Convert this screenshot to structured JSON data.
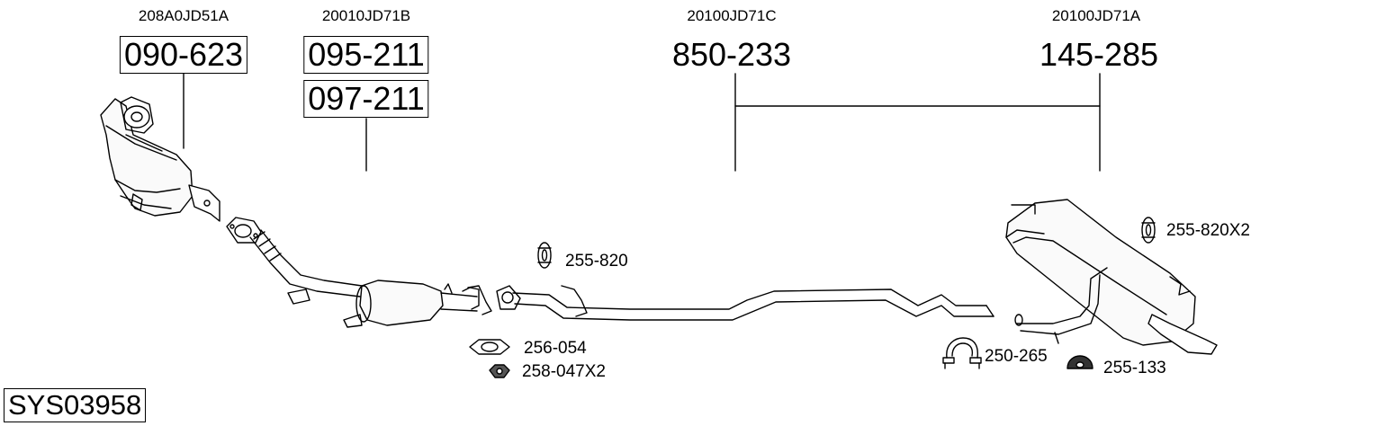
{
  "references": [
    {
      "oem": "208A0JD51A",
      "parts": [
        "090-623"
      ]
    },
    {
      "oem": "20010JD71B",
      "parts": [
        "095-211",
        "097-211"
      ]
    },
    {
      "oem": "20100JD71C",
      "parts": [
        "850-233"
      ]
    },
    {
      "oem": "20100JD71A",
      "parts": [
        "145-285"
      ]
    }
  ],
  "parts": {
    "hanger_mid": "255-820",
    "gasket": "256-054",
    "nut": "258-047X2",
    "hanger_rear": "255-820X2",
    "clamp": "250-265",
    "mount": "255-133"
  },
  "system_id": "SYS03958"
}
